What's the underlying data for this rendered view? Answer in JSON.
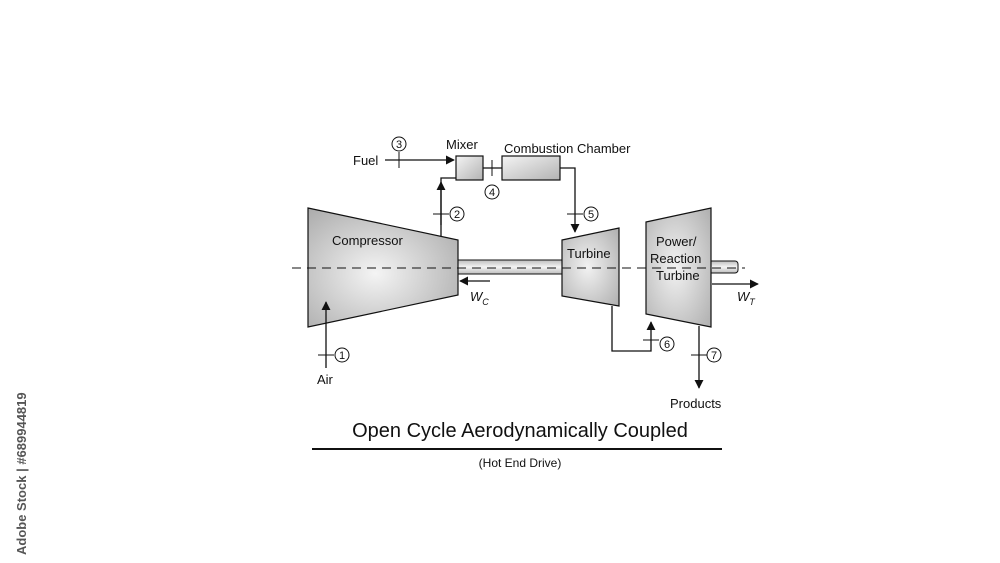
{
  "diagram": {
    "labels": {
      "fuel": "Fuel",
      "mixer": "Mixer",
      "combustion_chamber": "Combustion Chamber",
      "compressor": "Compressor",
      "turbine": "Turbine",
      "power_turbine_line1": "Power/",
      "power_turbine_line2": "Reaction",
      "power_turbine_line3": "Turbine",
      "air": "Air",
      "products": "Products",
      "wc_main": "W",
      "wc_sub": "C",
      "wt_main": "W",
      "wt_sub": "T"
    },
    "stations": [
      "1",
      "2",
      "3",
      "4",
      "5",
      "6",
      "7"
    ]
  },
  "title": "Open Cycle Aerodynamically Coupled",
  "subtitle": "(Hot End Drive)",
  "watermark_side": "Adobe Stock | #689944819",
  "colors": {
    "line": "#111111",
    "fill_light": "#f2f2f2",
    "fill_dark": "#a9a9a9"
  }
}
